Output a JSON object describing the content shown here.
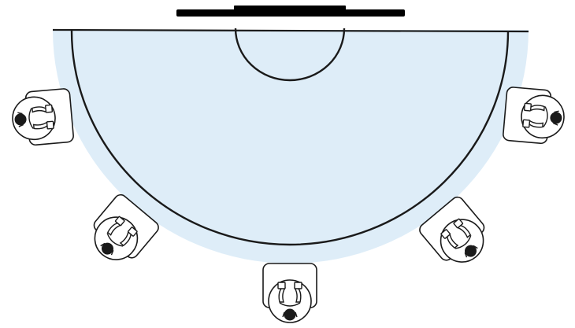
{
  "diagram": {
    "kind": "semicircular-court-seating",
    "elements": [
      "backboard",
      "baseline",
      "key-semicircle",
      "three-point-arc",
      "player-seats"
    ],
    "seat_count": 5,
    "colors": {
      "court_fill": "#deedf8",
      "line": "#1a1a1a",
      "seat_fill": "#ffffff",
      "background": "#ffffff"
    }
  }
}
